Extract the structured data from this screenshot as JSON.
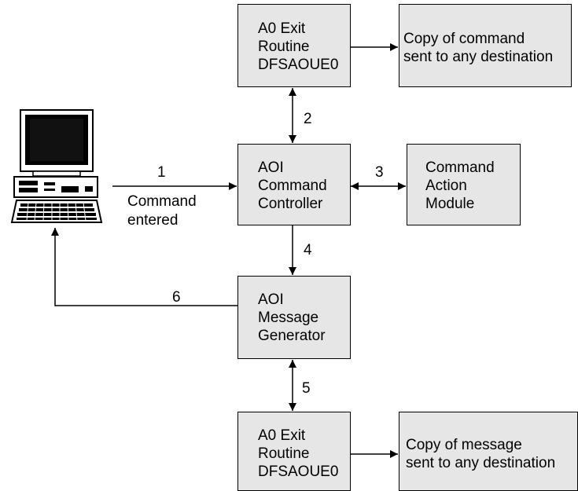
{
  "diagram": {
    "boxes": {
      "exit_top": [
        "A0 Exit",
        "Routine",
        "DFSAOUE0"
      ],
      "copy_command": [
        "Copy of command",
        "sent to any destination"
      ],
      "controller": [
        "AOI",
        "Command",
        "Controller"
      ],
      "action_module": [
        "Command",
        "Action",
        "Module"
      ],
      "generator": [
        "AOI",
        "Message",
        "Generator"
      ],
      "exit_bottom": [
        "A0 Exit",
        "Routine",
        "DFSAOUE0"
      ],
      "copy_message": [
        "Copy of message",
        "sent to any destination"
      ]
    },
    "flow_labels": {
      "step1_number": "1",
      "step1_text": [
        "Command",
        "entered"
      ],
      "step2": "2",
      "step3": "3",
      "step4": "4",
      "step5": "5",
      "step6": "6"
    },
    "terminal_icon": "desktop-computer-icon"
  }
}
